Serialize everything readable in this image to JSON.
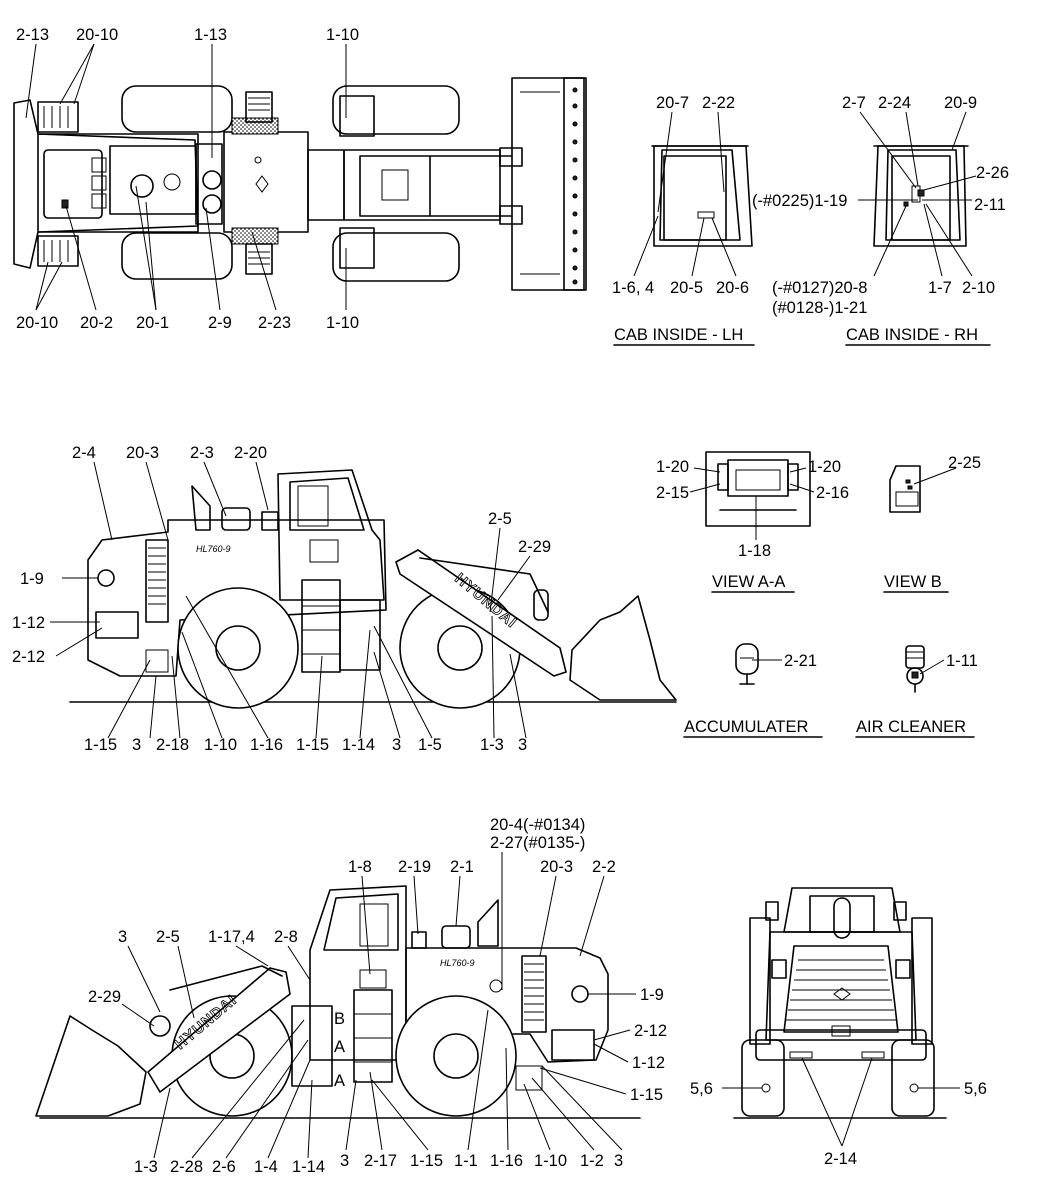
{
  "diagram": {
    "sections": {
      "cab_lh": "CAB INSIDE - LH",
      "cab_rh": "CAB INSIDE - RH",
      "view_aa": "VIEW A-A",
      "view_b": "VIEW B",
      "accumulater": "ACCUMULATER",
      "air_cleaner": "AIR CLEANER"
    },
    "brand_text": "HYUNDAI",
    "model_text": "HL760-9",
    "section_marks": [
      "A",
      "A",
      "B"
    ],
    "callouts": {
      "top": [
        "2-13",
        "20-10",
        "1-13",
        "1-10",
        "20-10",
        "20-2",
        "20-1",
        "2-9",
        "2-23",
        "1-10"
      ],
      "cab_lh": [
        "20-7",
        "2-22",
        "1-6, 4",
        "20-5",
        "20-6"
      ],
      "cab_rh": [
        "2-7",
        "2-24",
        "20-9",
        "2-26",
        "(-#0225)1-19",
        "2-11",
        "(-#0127)20-8",
        "(#0128-)1-21",
        "1-7",
        "2-10"
      ],
      "left_side": [
        "2-4",
        "20-3",
        "2-3",
        "2-20",
        "1-9",
        "1-12",
        "2-12",
        "2-5",
        "2-29",
        "1-15",
        "3",
        "2-18",
        "1-10",
        "1-16",
        "1-15",
        "1-14",
        "3",
        "1-5",
        "1-3",
        "3"
      ],
      "view_aa": [
        "1-20",
        "1-20",
        "2-15",
        "2-16",
        "1-18"
      ],
      "view_b": [
        "2-25"
      ],
      "accumulater": [
        "2-21"
      ],
      "air_cleaner": [
        "1-11"
      ],
      "right_side": [
        "20-4(-#0134)",
        "2-27(#0135-)",
        "1-8",
        "2-19",
        "2-1",
        "20-3",
        "2-2",
        "3",
        "2-5",
        "1-17,4",
        "2-8",
        "2-29",
        "1-9",
        "2-12",
        "1-12",
        "1-15",
        "1-3",
        "2-28",
        "2-6",
        "1-4",
        "1-14",
        "3",
        "2-17",
        "1-15",
        "1-1",
        "1-16",
        "1-10",
        "1-2",
        "3"
      ],
      "rear": [
        "5,6",
        "5,6",
        "2-14"
      ]
    }
  }
}
